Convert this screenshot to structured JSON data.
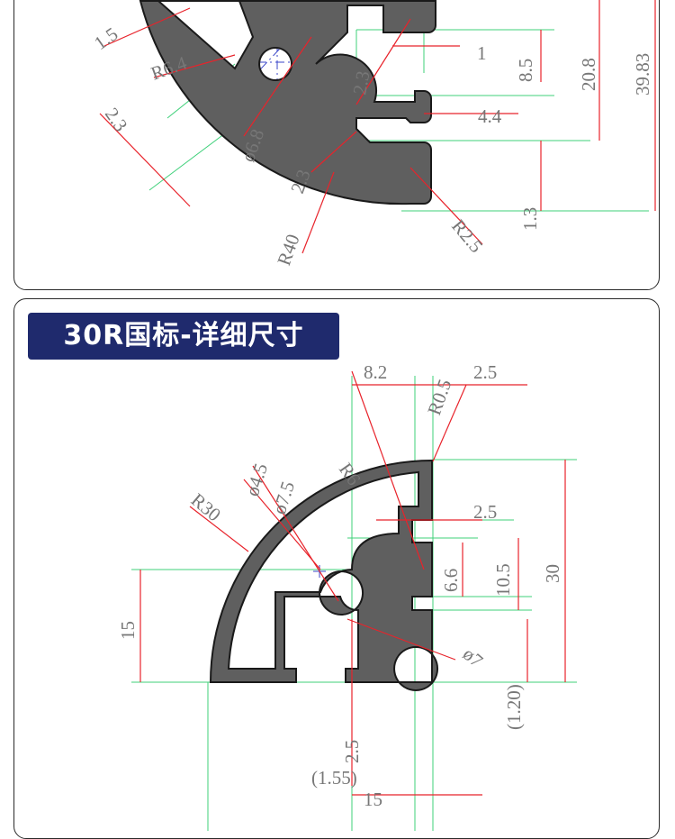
{
  "top_drawing": {
    "labels": {
      "d1": "1.5",
      "d2": "R6.4",
      "d3": "2.3",
      "d4": "ø6.8",
      "d5": "2.3",
      "d6": "2.3",
      "d7": "R40",
      "d8": "1",
      "d9": "8.5",
      "d10": "20.8",
      "d11": "39.83",
      "d12": "4.4",
      "d13": "1.3",
      "d14": "R2.5"
    }
  },
  "bottom_section": {
    "title": "30R国标-详细尺寸",
    "labels": {
      "d1": "8.2",
      "d2": "R0.5",
      "d3": "2.5",
      "d4": "R30",
      "d5": "ø4.5",
      "d6": "ø7.5",
      "d7": "R6",
      "d8": "2.5",
      "d9": "6.6",
      "d10": "10.5",
      "d11": "30",
      "d12": "15",
      "d13": "ø7",
      "d14": "(1.20)",
      "d15": "2.5",
      "d16": "(1.55)",
      "d17": "15"
    }
  },
  "colors": {
    "profile_fill": "#5f5f5f",
    "profile_stroke": "#1a1a1a",
    "dimension_red": "#e8232b",
    "guide_green": "#3fd07a",
    "center_blue": "#3845c8",
    "badge_bg": "#1f2a6d"
  }
}
